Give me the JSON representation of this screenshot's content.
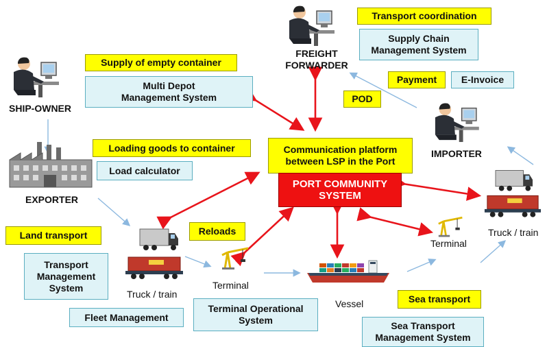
{
  "boxes": {
    "transport_coordination": "Transport coordination",
    "scm_system": "Supply Chain\nManagement System",
    "supply_empty_container": "Supply of empty container",
    "multi_depot": "Multi Depot\nManagement System",
    "payment": "Payment",
    "e_invoice": "E-Invoice",
    "pod": "POD",
    "loading_goods": "Loading goods to container",
    "load_calculator": "Load calculator",
    "comm_platform": "Communication platform\nbetween LSP in  the Port",
    "pcs": "PORT COMMUNITY\nSYSTEM",
    "land_transport": "Land  transport",
    "tms": "Transport\nManagement\nSystem",
    "reloads": "Reloads",
    "fleet_management": "Fleet Management",
    "terminal_operational": "Terminal Operational\nSystem",
    "sea_transport": "Sea transport",
    "sea_tms": "Sea Transport\nManagement System"
  },
  "labels": {
    "ship_owner": "SHIP-OWNER",
    "freight_forwarder": "FREIGHT\nFORWARDER",
    "importer": "IMPORTER",
    "exporter": "EXPORTER",
    "truck_train_left": "Truck / train",
    "truck_train_right": "Truck / train",
    "terminal_left": "Terminal",
    "terminal_right": "Terminal",
    "vessel": "Vessel"
  },
  "colors": {
    "highlight_yellow": "#ffff00",
    "system_box": "#dff3f7",
    "pcs_red": "#ee1111",
    "red_arrow": "#e8141b",
    "flow_arrow": "#8cb8df"
  },
  "icons": [
    "person-at-computer-icon",
    "factory-icon",
    "truck-icon",
    "train-wagon-icon",
    "crane-icon",
    "ship-icon"
  ]
}
